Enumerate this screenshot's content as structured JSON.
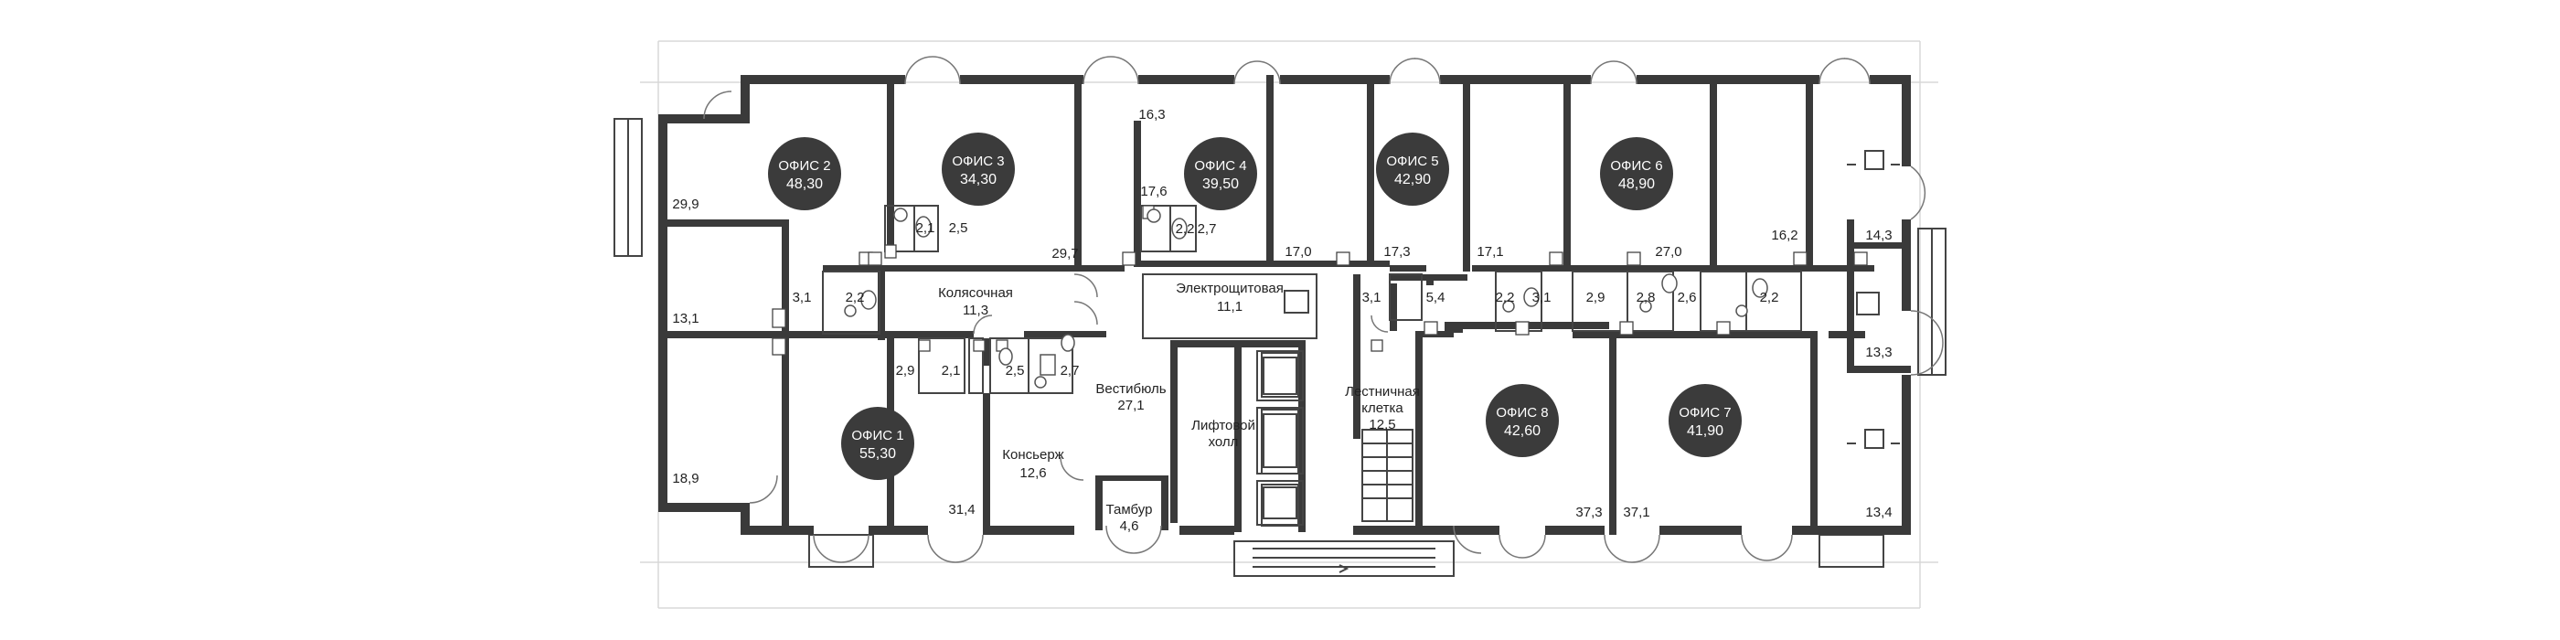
{
  "offices": [
    {
      "name": "ОФИС 2",
      "area": "48,30"
    },
    {
      "name": "ОФИС 3",
      "area": "34,30"
    },
    {
      "name": "ОФИС 4",
      "area": "39,50"
    },
    {
      "name": "ОФИС 5",
      "area": "42,90"
    },
    {
      "name": "ОФИС 6",
      "area": "48,90"
    },
    {
      "name": "ОФИС 1",
      "area": "55,30"
    },
    {
      "name": "ОФИС 8",
      "area": "42,60"
    },
    {
      "name": "ОФИС 7",
      "area": "41,90"
    }
  ],
  "rooms": {
    "kolyasochnaya": {
      "name": "Колясочная",
      "area": "11,3"
    },
    "elektroshchitovaya": {
      "name": "Электрощитовая",
      "area": "11,1"
    },
    "vestibyul": {
      "name": "Вестибюль",
      "area": "27,1"
    },
    "lift_holl": {
      "line1": "Лифтовой",
      "line2": "холл"
    },
    "konserzh": {
      "name": "Консьерж",
      "area": "12,6"
    },
    "tambur": {
      "name": "Тамбур",
      "area": "4,6"
    },
    "lestnichnaya": {
      "line1": "Лестничная",
      "line2": "клетка",
      "area": "12,5"
    }
  },
  "areas": [
    "29,9",
    "29,7",
    "16,3",
    "17,6",
    "17,0",
    "17,3",
    "17,1",
    "27,0",
    "16,2",
    "14,3",
    "13,1",
    "3,1",
    "2,2",
    "2,1",
    "2,5",
    "2,2",
    "2,7",
    "3,1",
    "5,4",
    "2,2",
    "3,1",
    "2,9",
    "2,8",
    "2,6",
    "2,2",
    "13,3",
    "2,9",
    "2,1",
    "2,5",
    "2,7",
    "18,9",
    "31,4",
    "37,3",
    "37,1",
    "13,4"
  ]
}
